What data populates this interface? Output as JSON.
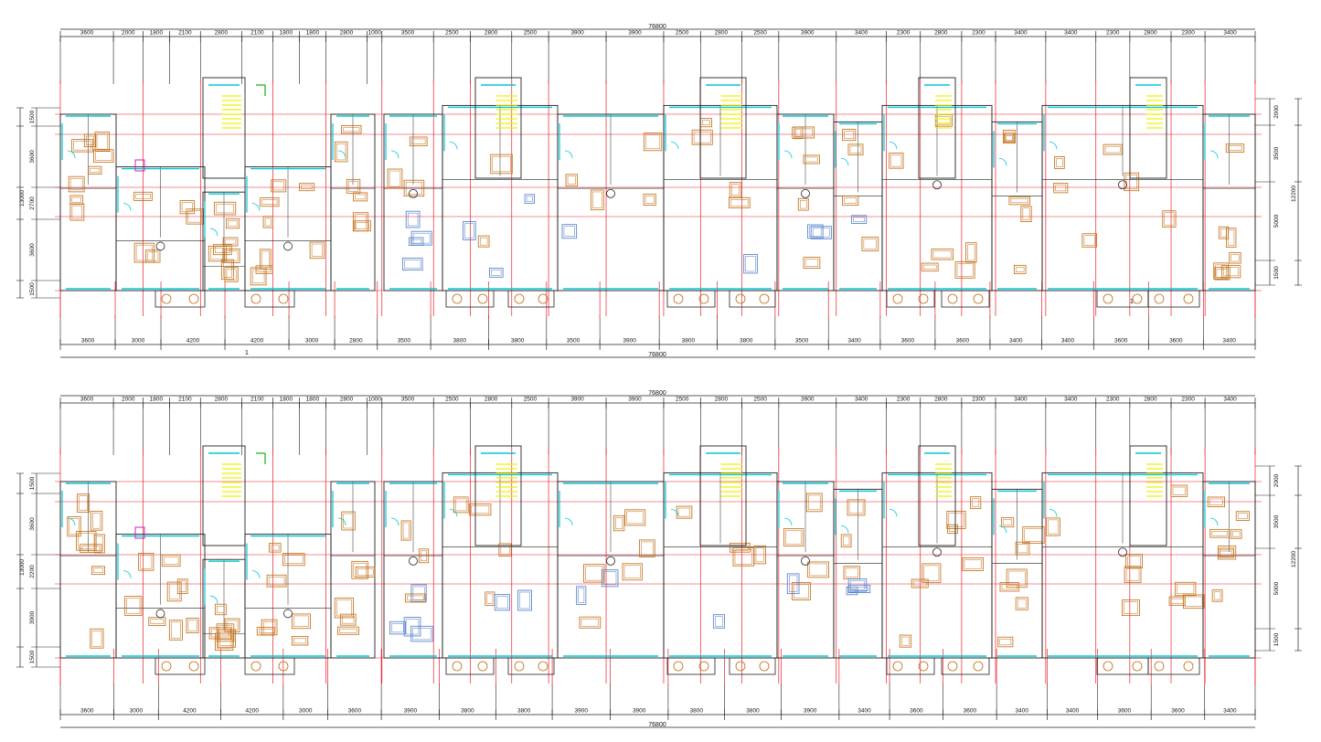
{
  "colors": {
    "dimension": "#222222",
    "axis": "#e8202a",
    "wall": "#222222",
    "window": "#00c8d8",
    "furniture": "#c06a10",
    "furniture_blue": "#4a78c8",
    "stair": "#f0f000",
    "green_mark": "#10b010",
    "magenta": "#d020c0"
  },
  "icons": {
    "door": "door-arc",
    "window": "window-line",
    "bed": "bed-icon",
    "sofa": "sofa-icon",
    "table": "dining-table-icon",
    "stair": "stair-icon",
    "toilet": "toilet-icon",
    "column": "column-circle"
  },
  "plans": [
    {
      "overall_top": "76800",
      "overall_bottom": "76800",
      "top_dims": [
        "3600",
        "2000",
        "1800",
        "2100",
        "2800",
        "2100",
        "1800",
        "1800",
        "2800",
        "1000",
        "3500",
        "2500",
        "2800",
        "2500",
        "3900",
        "3900",
        "2500",
        "2800",
        "2500",
        "3900",
        "3400",
        "2300",
        "2800",
        "2300",
        "3400",
        "3400",
        "2300",
        "2800",
        "2300",
        "3400"
      ],
      "bottom_dims": [
        "3600",
        "3000",
        "4200",
        "4200",
        "3000",
        "2800",
        "3500",
        "3800",
        "3800",
        "3500",
        "3900",
        "3800",
        "3800",
        "3500",
        "3400",
        "3600",
        "3600",
        "3400",
        "3400",
        "3600",
        "3600",
        "3400"
      ],
      "left_dims": [
        "1500",
        "3600",
        "2700",
        "3600",
        "1500"
      ],
      "left_total": "13000",
      "right_dims": [
        "2000",
        "3500",
        "5000",
        "1500"
      ],
      "right_total": "12200",
      "section_marks": [
        "1",
        "1"
      ]
    },
    {
      "overall_top": "76800",
      "overall_bottom": "76800",
      "top_dims": [
        "3600",
        "2000",
        "1800",
        "2100",
        "2800",
        "2100",
        "1800",
        "1800",
        "2800",
        "1000",
        "3500",
        "2500",
        "2800",
        "2500",
        "3900",
        "3900",
        "2500",
        "2800",
        "2500",
        "3900",
        "3400",
        "2300",
        "2800",
        "2300",
        "3400",
        "3400",
        "2300",
        "2800",
        "2300",
        "3400"
      ],
      "bottom_dims": [
        "3600",
        "3000",
        "4200",
        "4200",
        "3000",
        "3600",
        "3900",
        "3800",
        "3800",
        "3900",
        "3900",
        "3800",
        "3800",
        "3900",
        "3400",
        "3600",
        "3600",
        "3400",
        "3400",
        "3600",
        "3600",
        "3400"
      ],
      "left_dims": [
        "1500",
        "3600",
        "2200",
        "3900",
        "1500"
      ],
      "left_total": "13000",
      "right_dims": [
        "2000",
        "3500",
        "5000",
        "1500"
      ],
      "right_total": "12200",
      "section_marks": []
    }
  ]
}
